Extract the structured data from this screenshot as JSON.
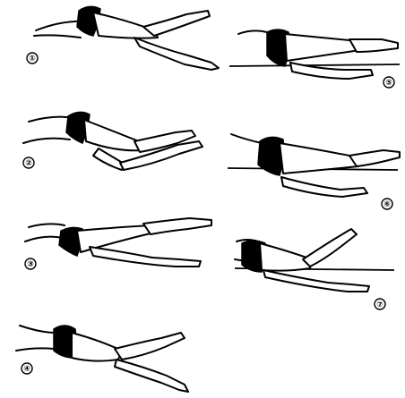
{
  "figure": {
    "frames": [
      {
        "id": "frame-1",
        "label": "①"
      },
      {
        "id": "frame-2",
        "label": "②"
      },
      {
        "id": "frame-3",
        "label": "③"
      },
      {
        "id": "frame-4",
        "label": "④"
      },
      {
        "id": "frame-5",
        "label": "⑤"
      },
      {
        "id": "frame-6",
        "label": "⑥"
      },
      {
        "id": "frame-7",
        "label": "⑦"
      }
    ]
  }
}
